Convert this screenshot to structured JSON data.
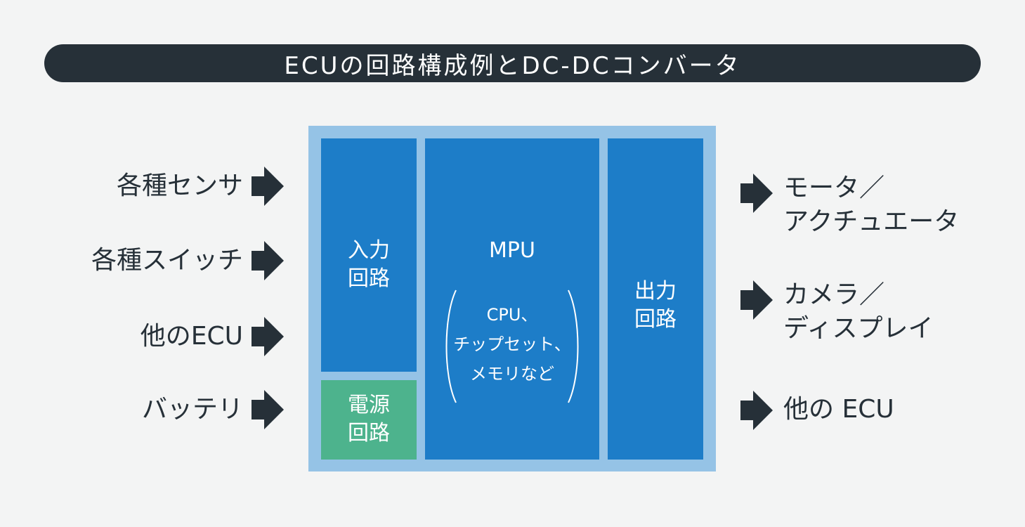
{
  "title": "ECUの回路構成例とDC-DCコンバータ",
  "inputs": [
    "各種センサ",
    "各種スイッチ",
    "他のECU",
    "バッテリ"
  ],
  "blocks": {
    "input_circuit": [
      "入力",
      "回路"
    ],
    "power_circuit": [
      "電源",
      "回路"
    ],
    "mpu": {
      "title": "MPU",
      "details": [
        "CPU、",
        "チップセット、",
        "メモリなど"
      ]
    },
    "output_circuit": [
      "出力",
      "回路"
    ]
  },
  "outputs": {
    "motor": [
      "モータ／",
      "アクチュエータ"
    ],
    "display": [
      "カメラ／",
      "ディスプレイ"
    ],
    "ecu": [
      "他の ECU"
    ]
  },
  "colors": {
    "background": "#f3f4f4",
    "title_bar": "#263038",
    "text_dark": "#263038",
    "ecu_frame": "#95c3e6",
    "block_blue": "#1d7dc8",
    "block_green": "#4db38d",
    "arrow": "#263038"
  },
  "icons": {
    "arrow": "right-arrow-icon"
  }
}
